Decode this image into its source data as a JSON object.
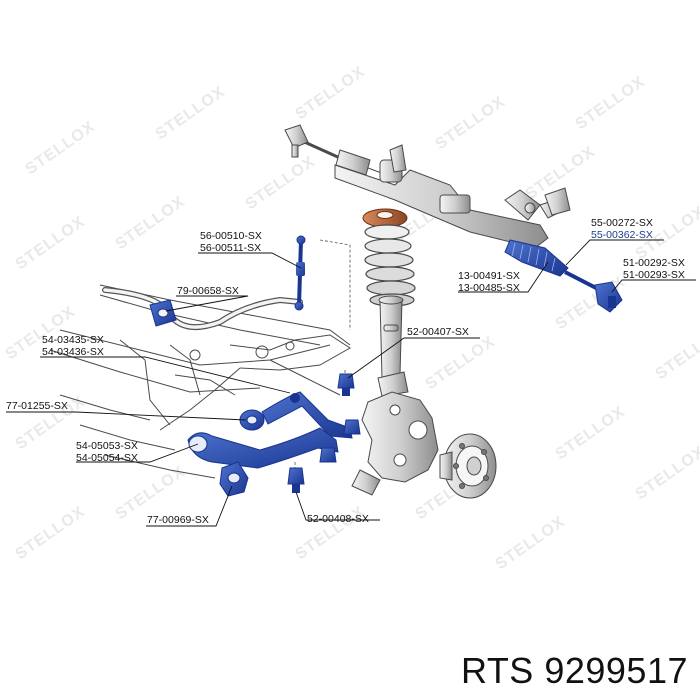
{
  "watermark": "STELLOX",
  "part_labels": [
    {
      "id": "56-00510",
      "text": "56-00510-SX"
    },
    {
      "id": "56-00511",
      "text": "56-00511-SX"
    },
    {
      "id": "79-00658",
      "text": "79-00658-SX"
    },
    {
      "id": "54-03435",
      "text": "54-03435-SX"
    },
    {
      "id": "54-03436",
      "text": "54-03436-SX"
    },
    {
      "id": "77-01255",
      "text": "77-01255-SX"
    },
    {
      "id": "54-05053",
      "text": "54-05053-SX"
    },
    {
      "id": "54-05054",
      "text": "54-05054-SX"
    },
    {
      "id": "77-00969",
      "text": "77-00969-SX"
    },
    {
      "id": "52-00407",
      "text": "52-00407-SX"
    },
    {
      "id": "52-00408",
      "text": "52-00408-SX"
    },
    {
      "id": "55-00272",
      "text": "55-00272-SX"
    },
    {
      "id": "55-00362",
      "text": "55-00362-SX"
    },
    {
      "id": "13-00491",
      "text": "13-00491-SX"
    },
    {
      "id": "13-00485",
      "text": "13-00485-SX"
    },
    {
      "id": "51-00292",
      "text": "51-00292-SX"
    },
    {
      "id": "51-00293",
      "text": "51-00293-SX"
    }
  ],
  "colors": {
    "part_blue": "#2f56b5",
    "part_blue_dark": "#1a3590",
    "outline": "#4a4a4a",
    "spring_copper": "#b8623a",
    "label_highlight": "#1a3d8f"
  },
  "footer": {
    "brand": "RTS",
    "part_number": "9299517"
  }
}
